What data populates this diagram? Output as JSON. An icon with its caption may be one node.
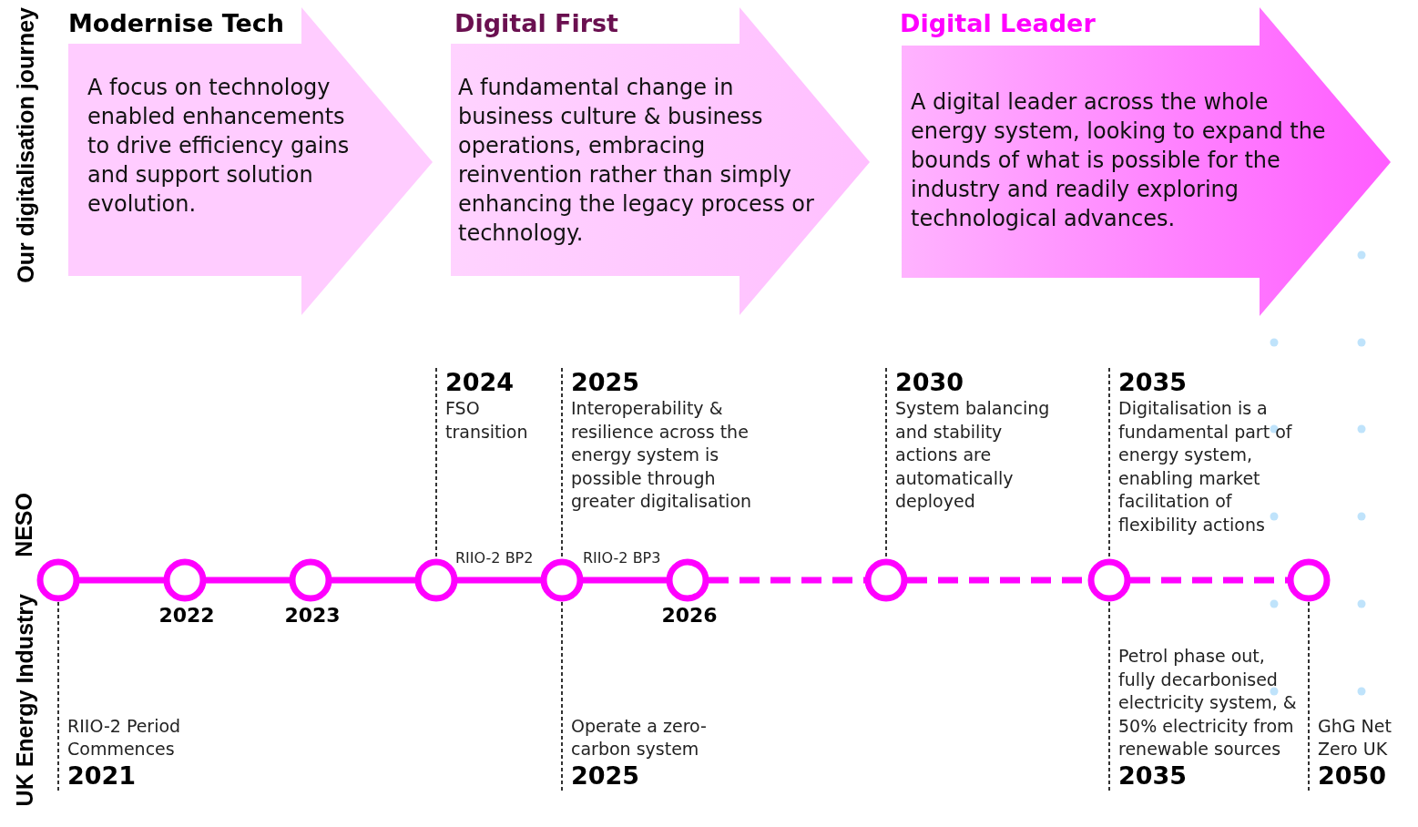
{
  "diagram": {
    "nodes": [
      {
        "text": [
          "Modernise Tech",
          "A focus on technology enabled enhancements to drive efficiency gains and support solution evolution."
        ]
      },
      {
        "text": [
          "Digital First",
          "A fundamental change in business culture & business operations, embracing reinvention rather than simply enhancing the legacy process or technology."
        ]
      },
      {
        "text": [
          "Digital Leader",
          "A digital leader across the whole energy system, looking to expand the bounds of what is possible for the industry and readily exploring technological advances."
        ]
      },
      {
        "text": [],
        "shape": "circle"
      },
      {
        "text": [],
        "shape": "circle",
        "beside": [
          "2022"
        ]
      },
      {
        "text": [],
        "shape": "circle",
        "beside": [
          "2023"
        ]
      },
      {
        "text": [],
        "shape": "circle"
      },
      {
        "text": [],
        "shape": "circle"
      },
      {
        "text": [],
        "shape": "circle",
        "beside": [
          "2026"
        ]
      },
      {
        "text": [],
        "shape": "circle"
      },
      {
        "text": [],
        "shape": "circle"
      },
      {
        "text": [],
        "shape": "circle"
      },
      {
        "text": [
          "2024",
          "FSO transition"
        ]
      },
      {
        "text": [
          "2025",
          "Interoperability & resilience across the energy system is possible through greater digitalisation"
        ]
      },
      {
        "text": [
          "2030",
          "System balancing and stability actions are automatically deployed"
        ]
      },
      {
        "text": [
          "2035",
          "Digitalisation is a fundamental part of energy system, enabling market facilitation of flexibility actions"
        ]
      },
      {
        "text": [
          "RIIO-2 Period Commences",
          "2021"
        ]
      },
      {
        "text": [
          "Operate a zero-carbon system",
          "2025"
        ]
      },
      {
        "text": [
          "Petrol phase out, fully decarbonised electricity system, & 50% electricity from renewable sources",
          "2035"
        ]
      },
      {
        "text": [
          "GhG Net Zero UK",
          "2050"
        ]
      }
    ],
    "edges": [
      {
        "from": 3,
        "to": 4,
        "arrow": "none",
        "style": "thick"
      },
      {
        "from": 4,
        "to": 5,
        "arrow": "none",
        "style": "thick"
      },
      {
        "from": 5,
        "to": 6,
        "arrow": "none",
        "style": "thick"
      },
      {
        "from": 6,
        "to": 7,
        "arrow": "none",
        "style": "thick"
      },
      {
        "from": 7,
        "to": 8,
        "arrow": "none",
        "style": "thick"
      },
      {
        "from": 8,
        "to": 9,
        "arrow": "none",
        "style": "dashed"
      },
      {
        "from": 9,
        "to": 10,
        "arrow": "none",
        "style": "dashed"
      },
      {
        "from": 10,
        "to": 11,
        "arrow": "none",
        "style": "dashed"
      },
      {
        "from": 12,
        "to": 6,
        "arrow": "none",
        "style": "dashed",
        "color": "#000000"
      },
      {
        "from": 13,
        "to": 7,
        "arrow": "none",
        "style": "dashed",
        "color": "#000000"
      },
      {
        "from": 14,
        "to": 9,
        "arrow": "none",
        "style": "dashed",
        "color": "#000000"
      },
      {
        "from": 15,
        "to": 10,
        "arrow": "none",
        "style": "dashed",
        "color": "#000000"
      },
      {
        "from": 16,
        "to": 3,
        "arrow": "none",
        "style": "dashed",
        "color": "#000000"
      },
      {
        "from": 17,
        "to": 7,
        "arrow": "none",
        "style": "dashed",
        "color": "#000000"
      },
      {
        "from": 18,
        "to": 10,
        "arrow": "none",
        "style": "dashed",
        "color": "#000000"
      },
      {
        "from": 19,
        "to": 11,
        "arrow": "none",
        "style": "dashed",
        "color": "#000000"
      }
    ],
    "labels": [
      "Our digitalisation journey",
      "NESO",
      "UK Energy Industry",
      "RIIO-2 BP2",
      "RIIO-2 BP3"
    ]
  }
}
